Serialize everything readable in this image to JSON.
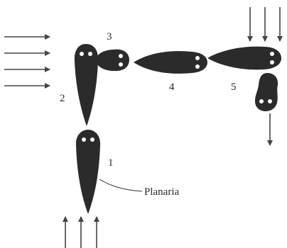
{
  "diagram": {
    "labels": {
      "pos1": "1",
      "pos2": "2",
      "pos3": "3",
      "pos4": "4",
      "pos5": "5",
      "organism": "Planaria"
    },
    "colors": {
      "body": "#2b2b2b",
      "eye": "#ffffff",
      "arrow": "#444444",
      "background": "#ffffff"
    },
    "light_sources": [
      {
        "side": "left",
        "arrow_count": 4,
        "direction": "right"
      },
      {
        "side": "bottom",
        "arrow_count": 3,
        "direction": "up"
      },
      {
        "side": "top-right",
        "arrow_count": 3,
        "direction": "down"
      },
      {
        "side": "right-lower",
        "arrow_count": 1,
        "direction": "down"
      }
    ]
  }
}
